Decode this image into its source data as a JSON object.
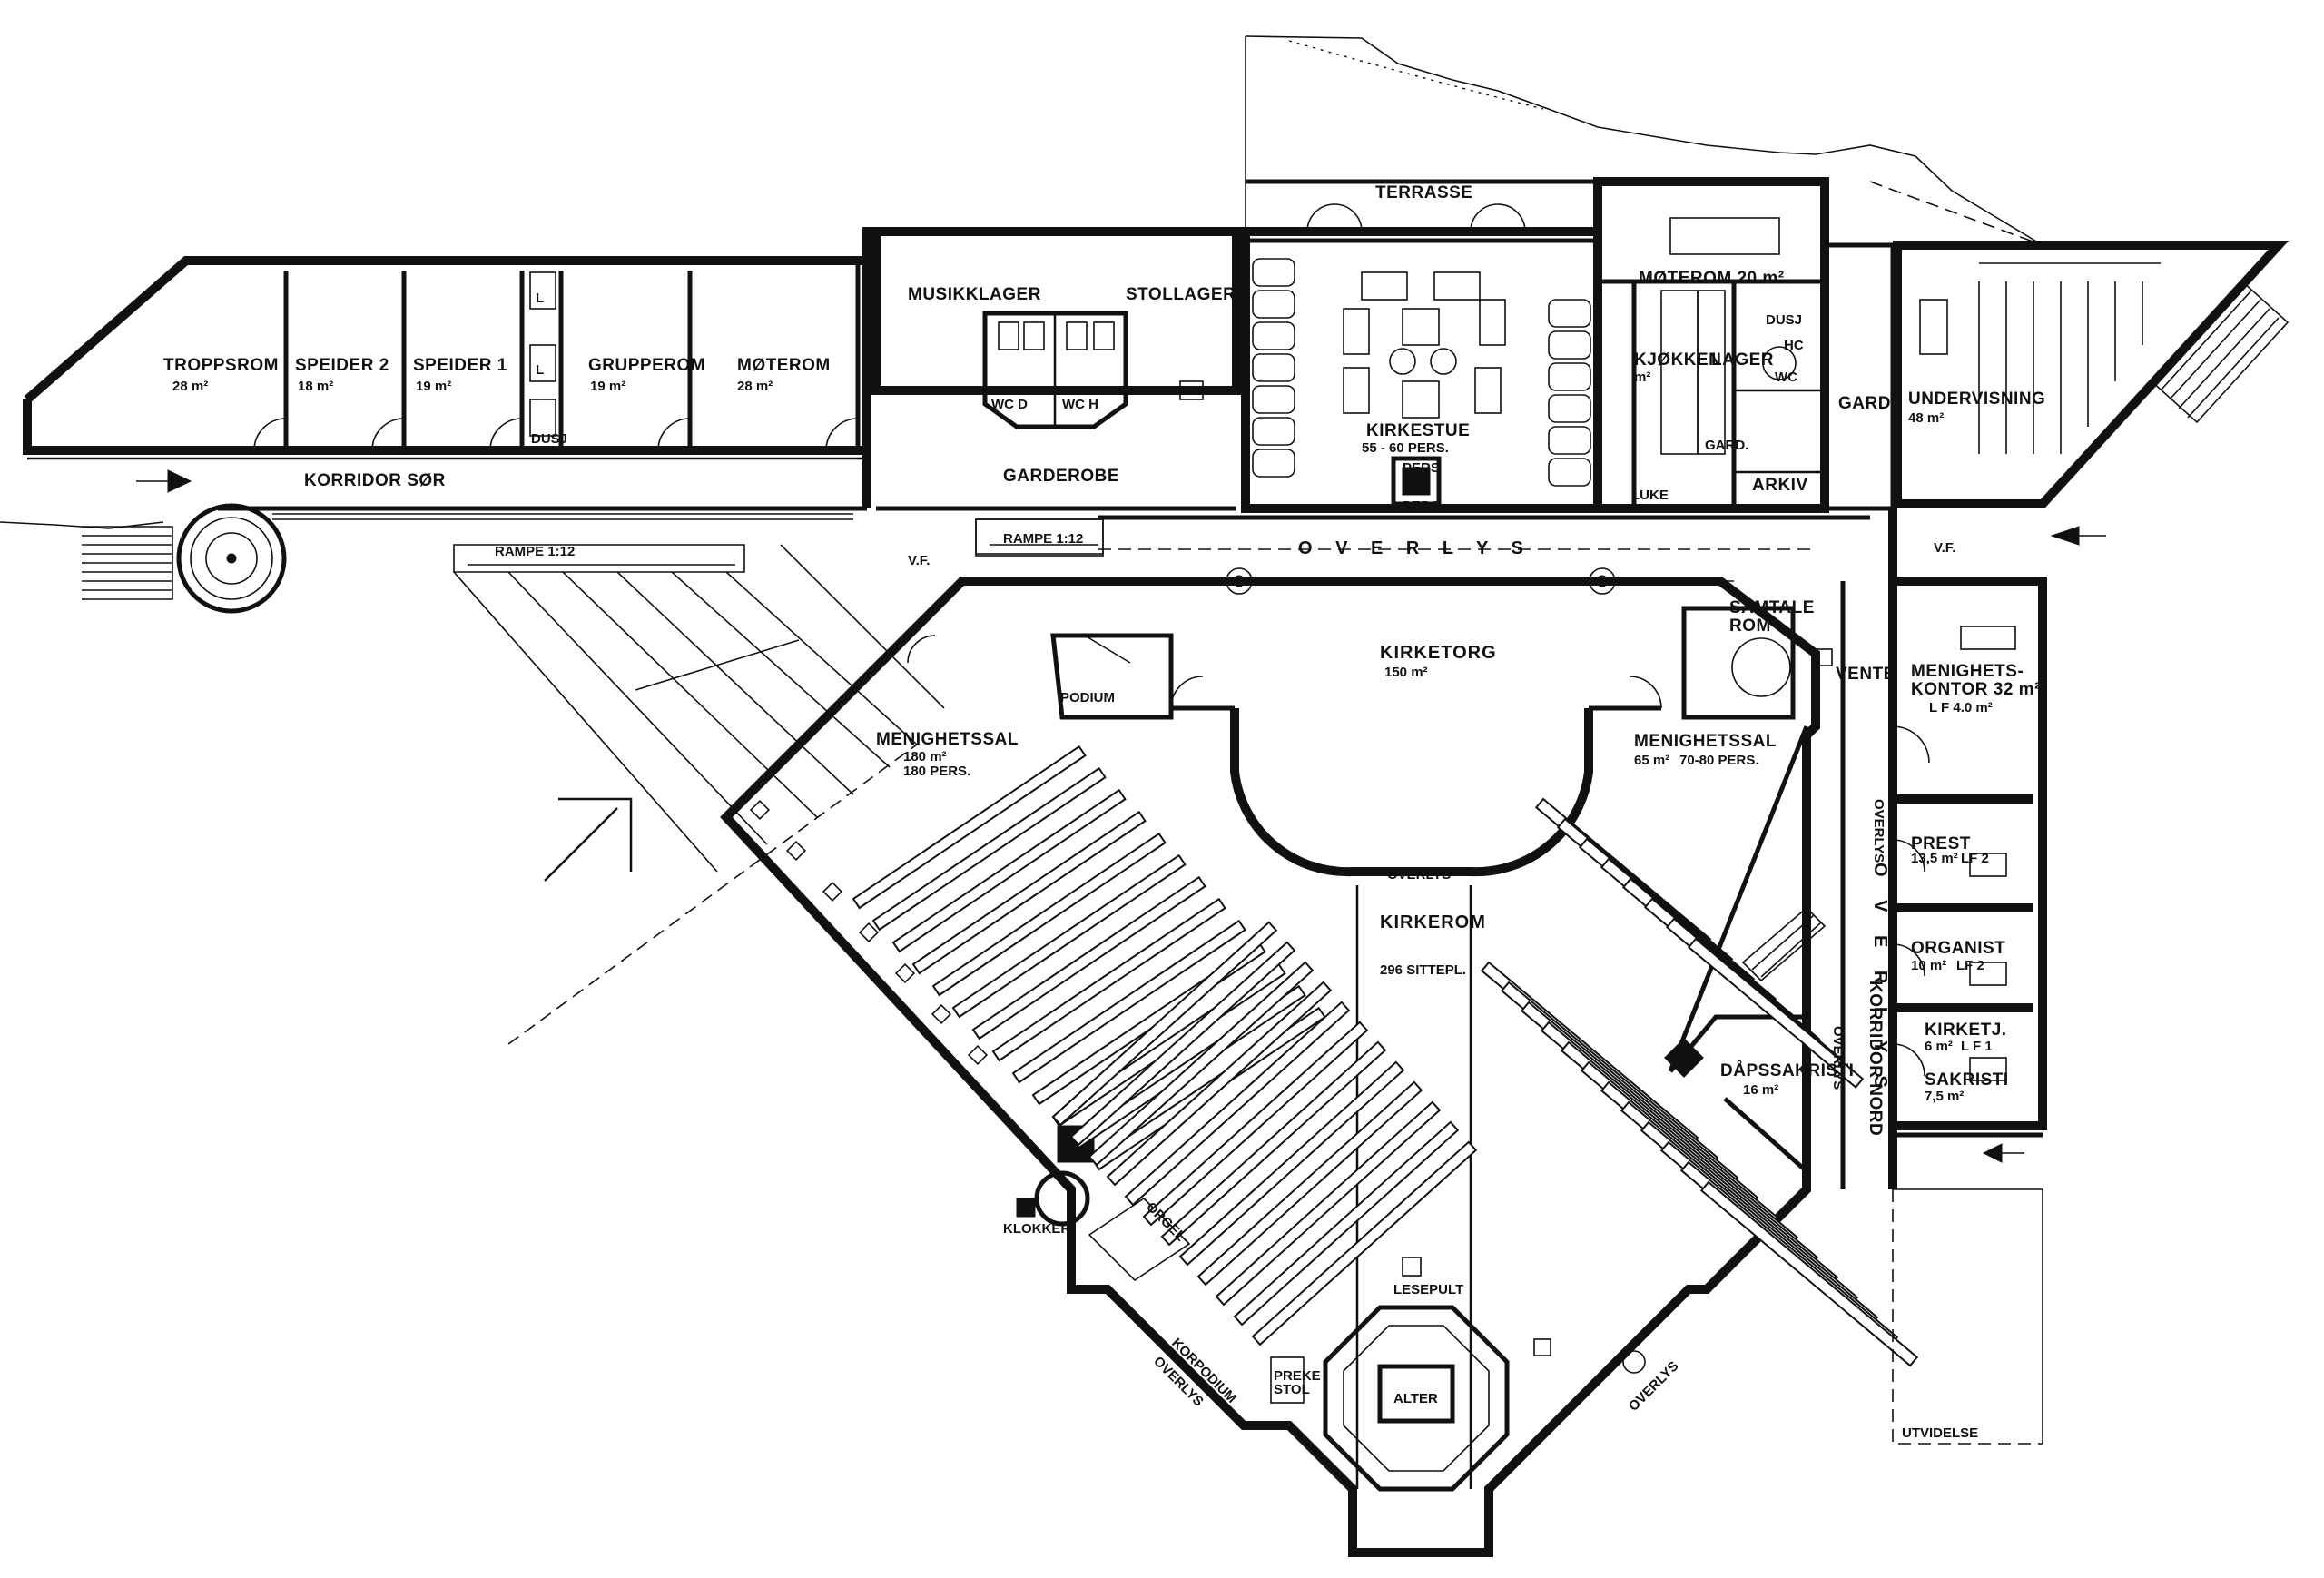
{
  "rooms": {
    "troppsrom": {
      "name": "TROPPSROM",
      "area": "28 m²"
    },
    "speider2": {
      "name": "SPEIDER 2",
      "area": "18 m²"
    },
    "speider1": {
      "name": "SPEIDER 1",
      "area": "19 m²"
    },
    "grupperom": {
      "name": "GRUPPEROM",
      "area": "19 m²"
    },
    "moterom_w": {
      "name": "MØTEROM",
      "area": "28 m²"
    },
    "musikklager": {
      "name": "MUSIKKLAGER"
    },
    "stollager": {
      "name": "STOLLAGER"
    },
    "garderobe": {
      "name": "GARDEROBE"
    },
    "terrasse": {
      "name": "TERRASSE"
    },
    "kirkestue": {
      "name": "KIRKESTUE",
      "capacity": "55 - 60 PERS."
    },
    "moterom_e": {
      "name": "MØTEROM 20 m²"
    },
    "kjokken": {
      "name": "KJØKKEN",
      "area": "m²"
    },
    "lager": {
      "name": "LAGER"
    },
    "gard_e": {
      "name": "GARD."
    },
    "gard_small": {
      "name": "GARD."
    },
    "arkiv": {
      "name": "ARKIV"
    },
    "luke": {
      "name": "LUKE"
    },
    "undervisning": {
      "name": "UNDERVISNING",
      "area": "48 m²"
    },
    "samtalerom": {
      "name": "SAMTALE",
      "name2": "ROM"
    },
    "vente": {
      "name": "VENTE"
    },
    "kirketorg": {
      "name": "KIRKETORG",
      "area": "150 m²"
    },
    "podium": {
      "name": "PODIUM"
    },
    "menighetssal_w": {
      "name": "MENIGHETSSAL",
      "area": "180 m²",
      "capacity": "180 PERS."
    },
    "menighetssal_e": {
      "name": "MENIGHETSSAL",
      "area": "65 m²",
      "capacity": "70-80 PERS."
    },
    "kirkerom": {
      "name": "KIRKEROM",
      "seats": "296 SITTEPL."
    },
    "dapssakristi": {
      "name": "DÅPSSAKRISTI",
      "area": "16 m²"
    },
    "menighetskontor": {
      "name": "MENIGHETS-",
      "name2": "KONTOR 32 m²",
      "sub": "L F 4.0 m²"
    },
    "prest": {
      "name": "PREST",
      "area": "13,5 m²",
      "sub": "LF 2"
    },
    "organist": {
      "name": "ORGANIST",
      "area": "10 m²",
      "sub": "LF 2"
    },
    "kirketj": {
      "name": "KIRKETJ.",
      "area": "6 m²",
      "sub": "L F 1"
    },
    "sakristi": {
      "name": "SAKRISTI",
      "area": "7,5 m²"
    },
    "alter": {
      "name": "ALTER"
    },
    "lesepult": {
      "name": "LESEPULT"
    },
    "prekestol": {
      "name": "PREKE",
      "name2": "STOL"
    },
    "orgel": {
      "name": "ORGEL"
    },
    "klokker": {
      "name": "KLOKKER"
    },
    "korpodium": {
      "name": "KORPODIUM"
    }
  },
  "corridors": {
    "sor": "KORRIDOR SØR",
    "nord": "KORRIDOR NORD",
    "overlys_main": "O V E R L Y S",
    "overlys_nord": "O V E R L Y S",
    "overlys_small": "OVERLYS",
    "overlys_left": "OVERLYS",
    "overlys_right": "OVERLYS",
    "overlys_dap": "OVERLYS",
    "overlys_nord2": "OVERLYS"
  },
  "misc": {
    "rampe_w": "RAMPE 1:12",
    "rampe_c": "RAMPE 1:12",
    "vf_w": "V.F.",
    "vf_e": "V.F.",
    "wc_a": "WC D",
    "wc_b": "WC H",
    "wc_e": "WC",
    "utvidelse": "UTVIDELSE",
    "pers": "PERS",
    "l1": "L",
    "l2": "L",
    "dusj": "DUSJ",
    "hc": "HC"
  }
}
